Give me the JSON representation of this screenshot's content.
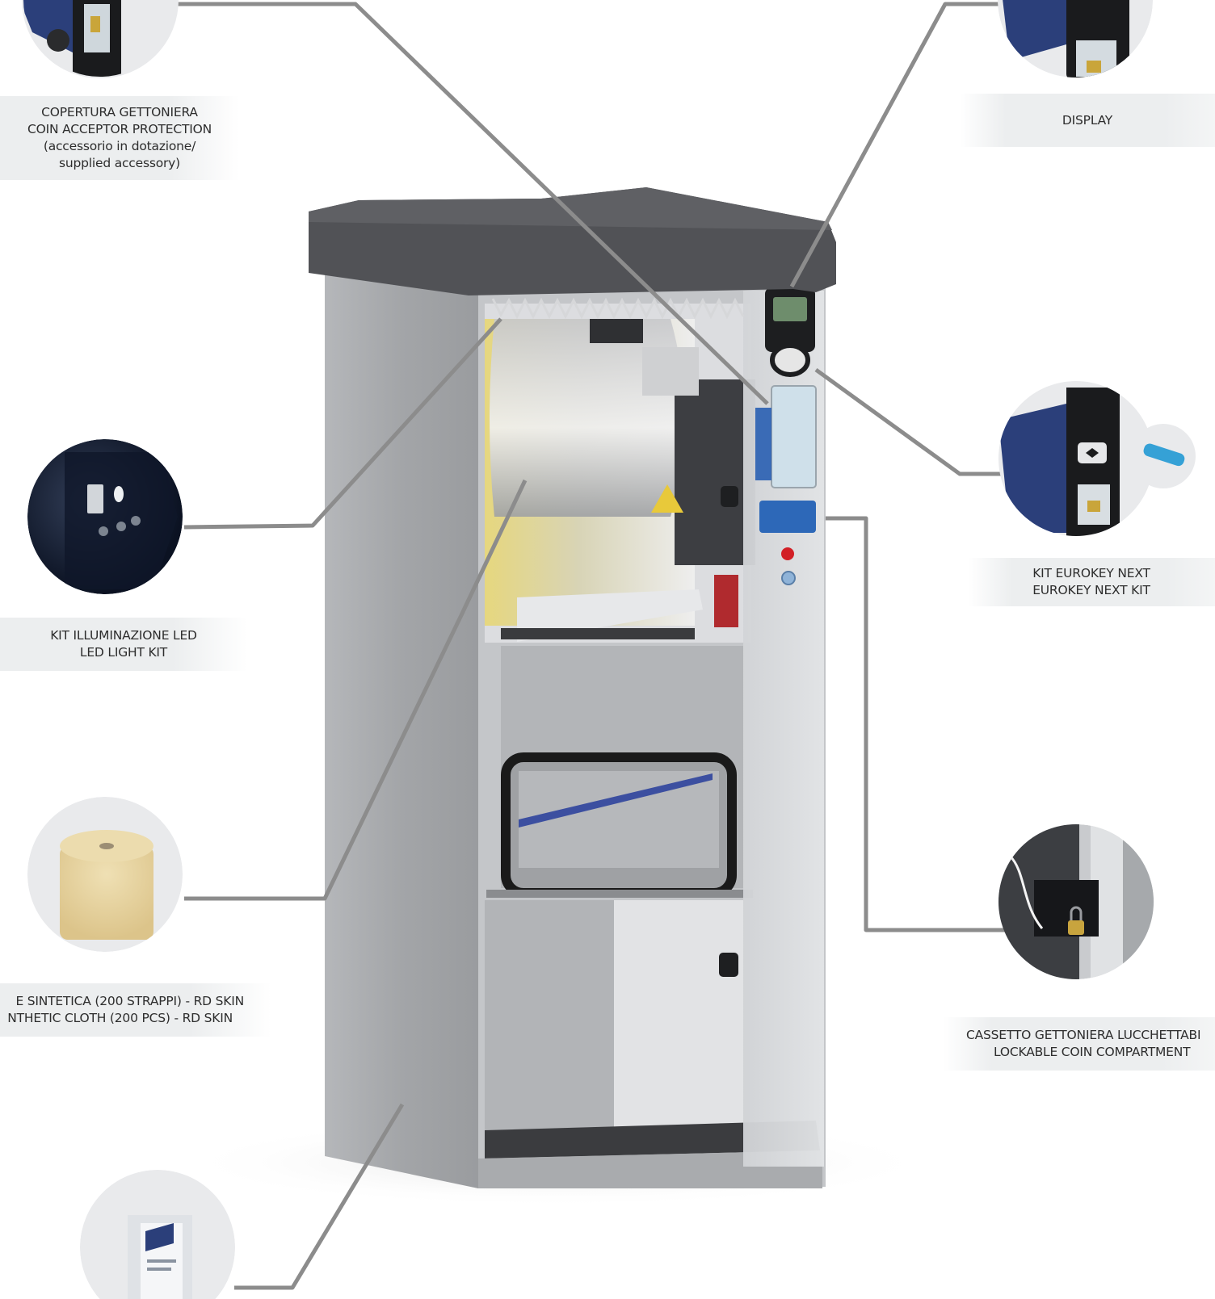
{
  "callouts": {
    "coin_protection": {
      "lines": [
        "COPERTURA GETTONIERA",
        "COIN ACCEPTOR PROTECTION",
        "(accessorio in dotazione/",
        "supplied accessory)"
      ]
    },
    "display": {
      "lines": [
        "DISPLAY"
      ]
    },
    "led_kit": {
      "lines": [
        "KIT ILLUMINAZIONE LED",
        "LED LIGHT KIT"
      ]
    },
    "eurokey": {
      "lines": [
        "KIT EUROKEY NEXT",
        "EUROKEY NEXT KIT"
      ]
    },
    "synthetic_cloth": {
      "lines": [
        "E SINTETICA (200 STRAPPI) - RD SKIN",
        "NTHETIC CLOTH (200 PCS) - RD SKIN"
      ]
    },
    "coin_compartment": {
      "lines": [
        "CASSETTO GETTONIERA LUCCHETTABI",
        "LOCKABLE COIN COMPARTMENT"
      ]
    }
  },
  "colors": {
    "leader_line": "#8c8c8c",
    "label_background": "#eceeef",
    "cabinet_steel": "#a6a8ab",
    "roof": "#4f5054",
    "accent_blue": "#2b3f7a"
  }
}
